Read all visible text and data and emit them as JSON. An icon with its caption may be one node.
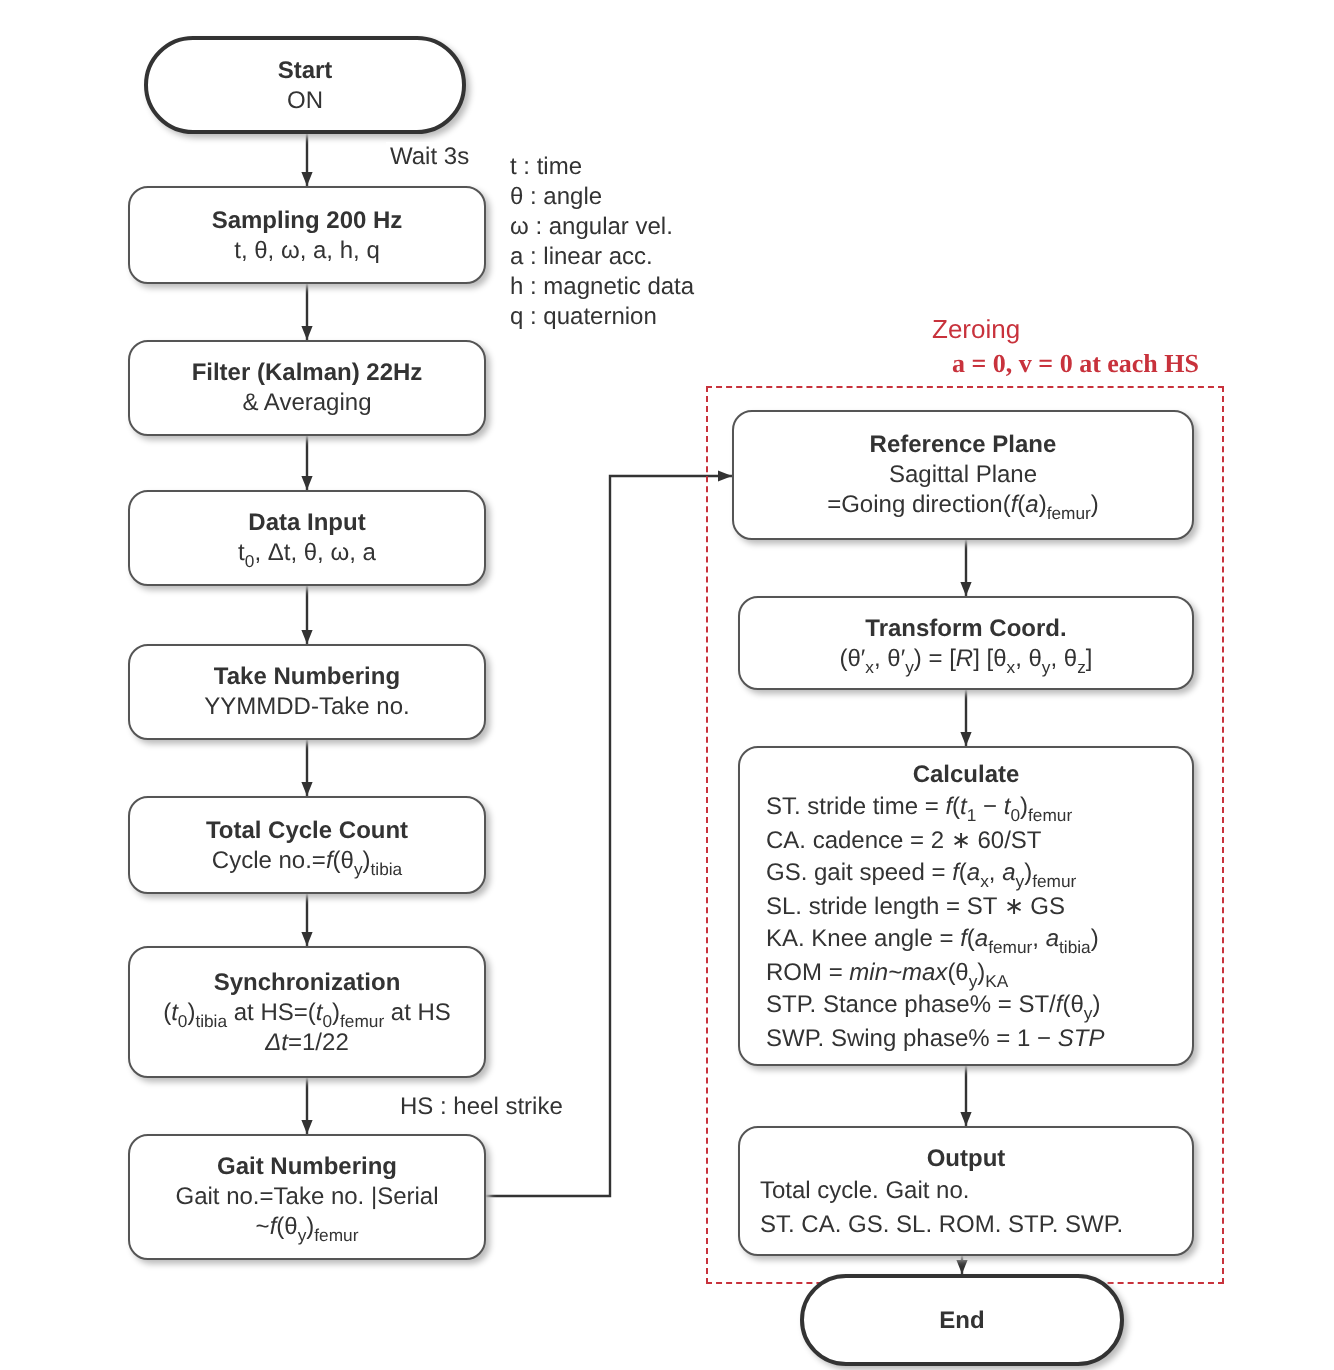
{
  "diagram": {
    "nodes": [
      {
        "text": [
          "Start",
          "ON"
        ]
      },
      {
        "text": [
          "Sampling 200 Hz",
          "t, θ, ω, a, h, q"
        ]
      },
      {
        "text": [
          "Filter (Kalman) 22Hz",
          "& Averaging"
        ]
      },
      {
        "text": [
          "Data Input",
          "t$_{0}$, Δt, θ, ω, a"
        ]
      },
      {
        "text": [
          "Take Numbering",
          "YYMMDD-Take no."
        ]
      },
      {
        "text": [
          "Total Cycle Count",
          "Cycle no.=*f*(θ$_{y}$)$_{tibia}$"
        ]
      },
      {
        "text": [
          "Synchronization",
          "(*t*$_{0}$)$_{tibia}$ at HS=(*t*$_{0}$)$_{femur}$ at HS",
          "*Δt*=1/22"
        ]
      },
      {
        "text": [
          "Gait Numbering",
          "Gait no.=Take no. |Serial",
          "~*f*(θ$_{y}$)$_{femur}$"
        ]
      },
      {
        "text": [
          "Zeroing",
          "a = 0, v = 0 at each HS"
        ]
      },
      {
        "text": [
          "Reference Plane",
          "Sagittal Plane",
          "=Going direction(*f*(*a*)$_{femur}$)"
        ],
        "in": 8
      },
      {
        "text": [
          "Transform Coord.",
          "(θ′$_{x}$, θ′$_{y}$) = [*R*] [θ$_{x}$, θ$_{y}$, θ$_{z}$]"
        ],
        "in": 8
      },
      {
        "text": [
          "Calculate",
          "ST. stride time = *f*(*t*$_{1}$ − *t*$_{0}$)$_{femur}$",
          "CA. cadence = 2 ∗ 60/ST",
          "GS. gait speed = *f*(*a*$_{x}$, *a*$_{y}$)$_{femur}$",
          "SL. stride length = ST ∗ GS",
          "KA. Knee angle = *f*(*a*$_{femur}$, *a*$_{tibia}$)",
          "ROM = *min~max*(θ$_{y}$)$_{KA}$",
          "STP. Stance phase% = ST/*f*(θ$_{y}$)",
          "SWP. Swing phase% = 1 − *STP*"
        ],
        "in": 8
      },
      {
        "text": [
          "Output",
          "Total cycle. Gait no.",
          "ST. CA. GS. SL. ROM. STP. SWP."
        ],
        "in": 8
      },
      {
        "text": [
          "End"
        ]
      }
    ],
    "edges": [
      {
        "from": 0,
        "to": 1,
        "arrow": "to",
        "label": "Wait 3s"
      },
      {
        "from": 1,
        "to": 2,
        "arrow": "to"
      },
      {
        "from": 2,
        "to": 3,
        "arrow": "to"
      },
      {
        "from": 3,
        "to": 4,
        "arrow": "to"
      },
      {
        "from": 4,
        "to": 5,
        "arrow": "to"
      },
      {
        "from": 5,
        "to": 6,
        "arrow": "to"
      },
      {
        "from": 6,
        "to": 7,
        "arrow": "to"
      },
      {
        "from": 7,
        "to": 9,
        "arrow": "to"
      },
      {
        "from": 9,
        "to": 10,
        "arrow": "to"
      },
      {
        "from": 10,
        "to": 11,
        "arrow": "to"
      },
      {
        "from": 11,
        "to": 12,
        "arrow": "to"
      },
      {
        "from": 12,
        "to": 13,
        "arrow": "to"
      }
    ],
    "labels": [
      "t : time",
      "θ : angle",
      "ω : angular vel.",
      "a : linear acc.",
      "h : magnetic data",
      "q : quaternion",
      "HS : heel strike"
    ]
  }
}
